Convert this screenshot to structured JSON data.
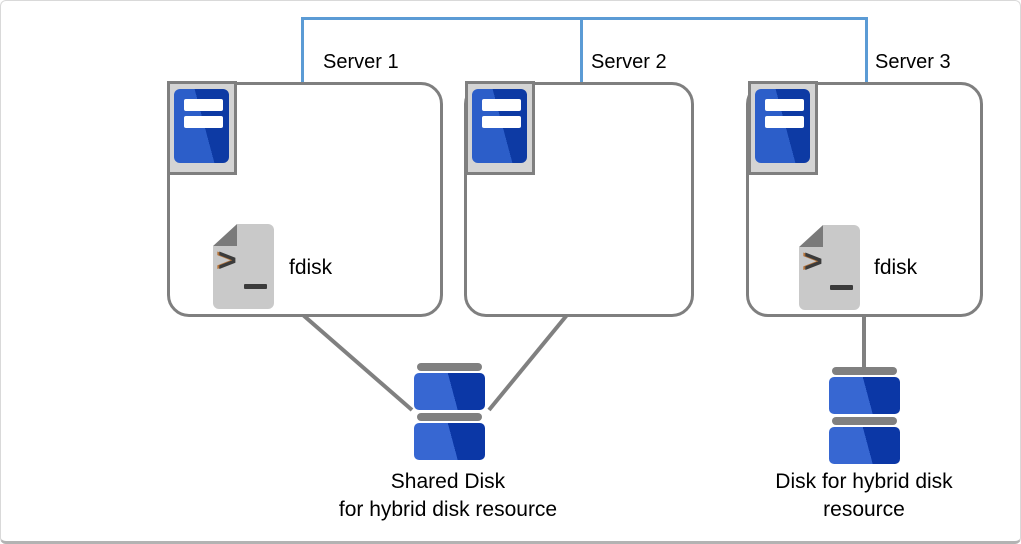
{
  "servers": [
    {
      "label": "Server 1"
    },
    {
      "label": "Server 2"
    },
    {
      "label": "Server 3"
    }
  ],
  "fdisk": {
    "label": "fdisk",
    "prompt": ">"
  },
  "captions": {
    "shared_disk": [
      "Shared Disk",
      "for hybrid disk resource"
    ],
    "hybrid_disk": [
      "Disk for hybrid disk",
      "resource"
    ]
  },
  "colors": {
    "network_line": "#5B9BD5",
    "connector_line": "#808080",
    "box_border": "#7F7F7F",
    "tower_blue_light": "#2C5EC9",
    "tower_blue_dark": "#0D3AA4",
    "disk_blue_light": "#3767D2",
    "disk_blue_dark": "#0B37A6",
    "icon_frame_gray": "#D4D4D4",
    "document_gray": "#C9C9C9",
    "document_fold_gray": "#7A7A7A",
    "prompt_glyph_color": "#3B3B3B"
  }
}
